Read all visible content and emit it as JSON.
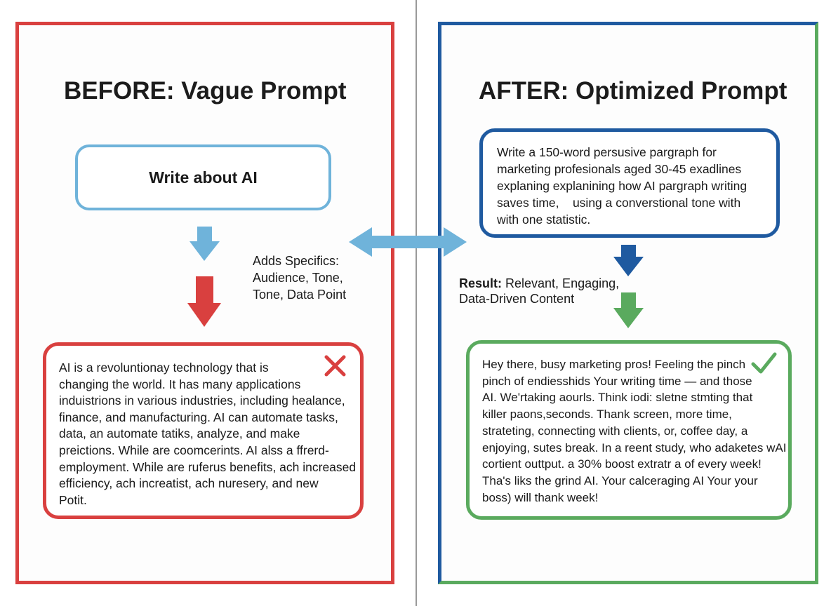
{
  "before": {
    "title": "BEFORE: Vague Prompt",
    "prompt": "Write about AI",
    "result_lines": [
      "AI is a revoluntionay technology that is",
      "changing the world. It has many applications",
      "induistrions in various industries, including heal​ance,",
      "finance, and manufacturing. AI can automate tasks,",
      "data, an automate tatiks, analyze, and make",
      "preictions. While are coomcerints. AI alss a ffrerd-",
      "employment. While are ruferus benefits, ach increased",
      "efficiency, ach increatist, ach nuresery, and new",
      "Potit."
    ],
    "status_icon": "cross-icon",
    "accent_color": "#d9403f"
  },
  "after": {
    "title": "AFTER: Optimized Prompt",
    "prompt_lines": [
      "Write a 150-word persusive pargraph for",
      "marketing profesionals aged 30-45 exadlines",
      "explaning explanining how AI pargraph writing",
      "saves time,    using a converstional tone with",
      "with one statistic."
    ],
    "result_label_bold": "Result:",
    "result_label_rest": " Relevant, Engaging,",
    "result_label_line2": "Data-Driven Content",
    "result_lines": [
      "Hey there, busy marketing pros! Feeling the pinch",
      "pinch of endiesshids Your writing time — and those",
      "AI. We'rtaking aourls. Think iodi: sletne stmting that",
      "killer paons,seconds. Thank screen, more time,",
      "strateting, connecting with clients, or, coffee day, a",
      "enjoying, sutes break. In a reent study, who adaketes wAI",
      "cortient outtput. a 30% boost extratr a of every week!",
      "Tha's liks the grind AI. Your calceraging AI Your your",
      "boss) will thank week!"
    ],
    "status_icon": "checkmark-icon",
    "accent_color": "#5aaa5e",
    "frame_color": "#1f5aa0"
  },
  "bridge": {
    "note_lines": [
      "Adds Specifics:",
      "Audience, Tone,",
      "Tone, Data Point"
    ]
  }
}
